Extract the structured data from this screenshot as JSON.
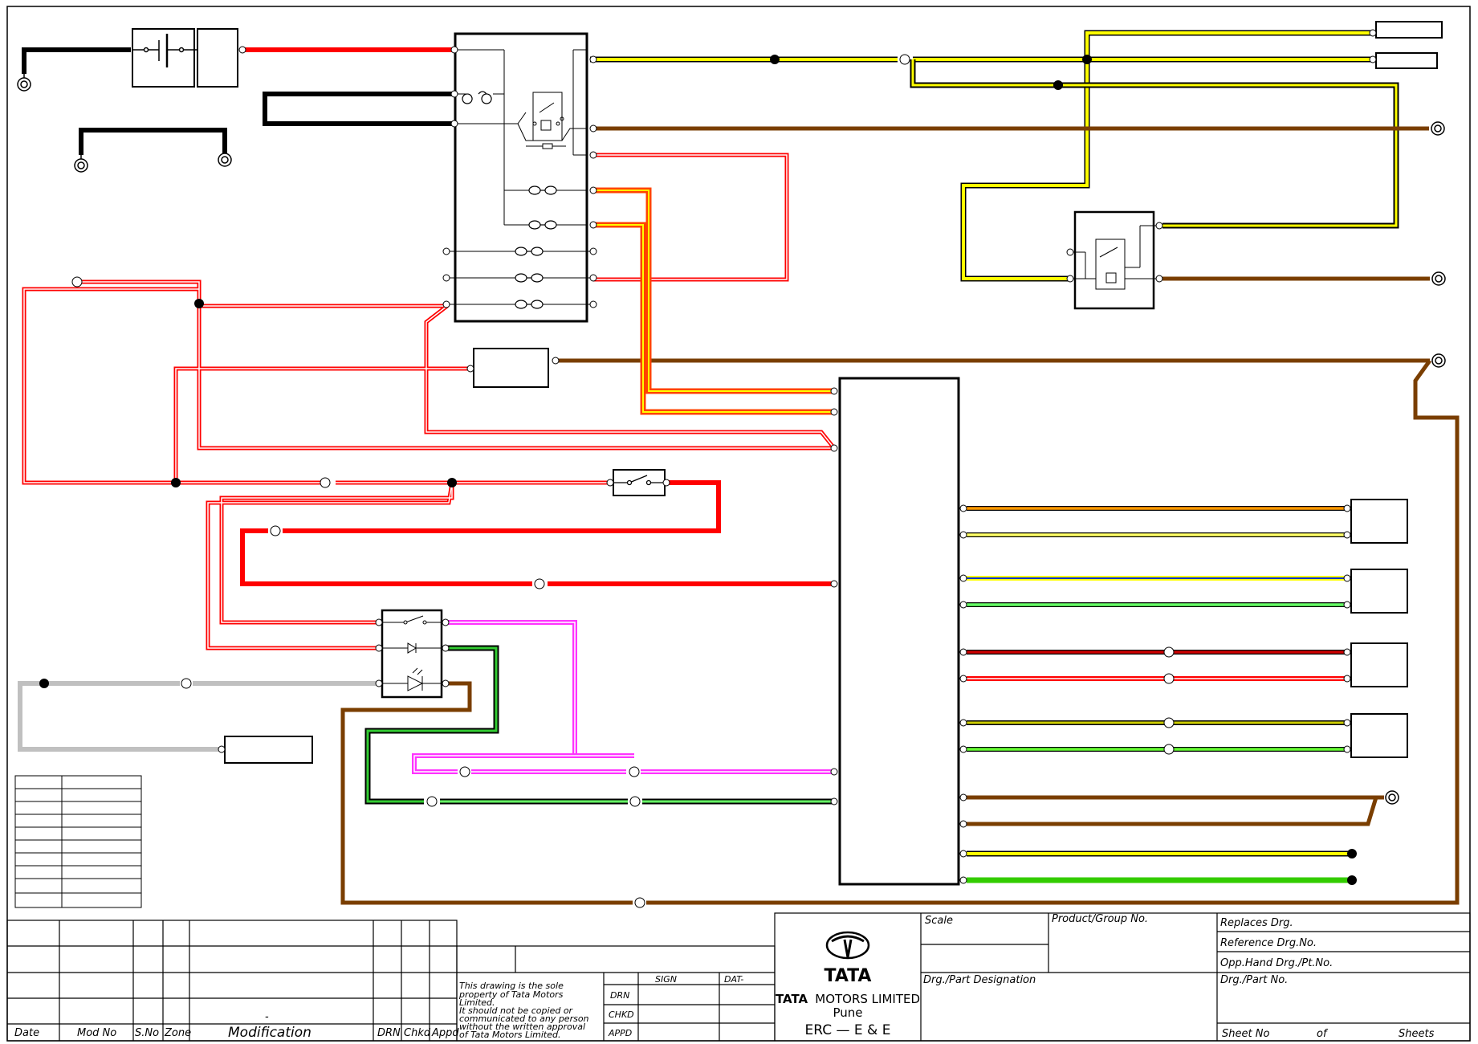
{
  "title_block": {
    "left_headers": {
      "date": "Date",
      "mod_no": "Mod No",
      "s_no": "S.No",
      "zone": "Zone",
      "modification": "Modification",
      "drn": "DRN",
      "chkd": "Chkd",
      "appd": "Appd"
    },
    "dash": "-",
    "notice_lines": [
      "This drawing is the sole",
      "property of Tata Motors",
      "Limited.",
      "  It should not be copied or",
      "communicated to any person",
      "without the written approval",
      "of Tata Motors Limited."
    ],
    "sign_header": "SIGN",
    "date_header": "DAT-",
    "rows": {
      "drn": "DRN",
      "chkd": "CHKD",
      "appd": "APPD"
    },
    "logo_word": "TATA",
    "company_bold": "TATA",
    "company_rest": "MOTORS LIMITED",
    "city": "Pune",
    "department": "ERC — E & E",
    "scale": "Scale",
    "product_group": "Product/Group No.",
    "designation": "Drg./Part Designation",
    "replaces": "Replaces Drg.",
    "reference": "Reference Drg.No.",
    "opp_hand": "Opp.Hand Drg./Pt.No.",
    "part_no": "Drg./Part No.",
    "sheet_no": "Sheet No",
    "of": "of",
    "sheets": "Sheets"
  },
  "wire_colors": {
    "black": "#000000",
    "red": "#ff0000",
    "yellow": "#ffff00",
    "brown": "#7a3e00",
    "orange": "#ff6600",
    "pink": "#ff66ff",
    "green": "#33cc00",
    "grey": "#c0c0c0",
    "blue": "#0033cc",
    "dark_red": "#cc0000"
  }
}
